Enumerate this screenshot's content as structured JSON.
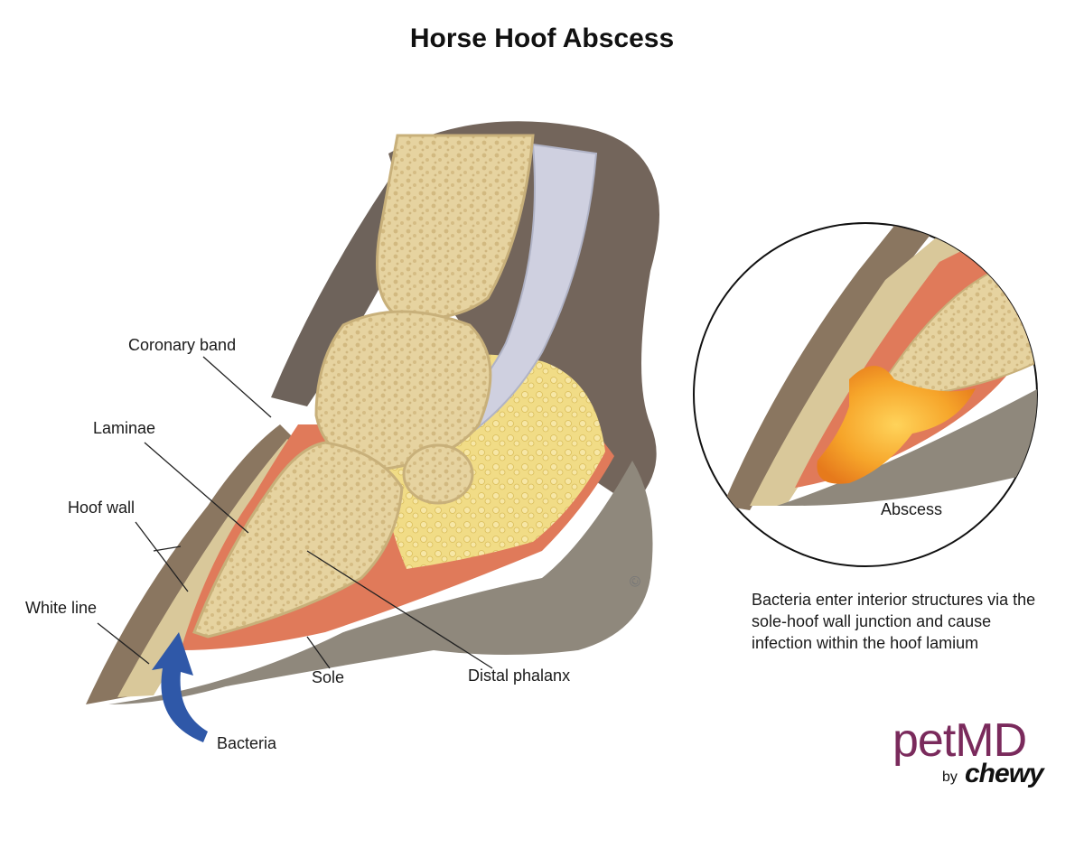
{
  "title": "Horse Hoof Abscess",
  "labels": {
    "coronary_band": "Coronary band",
    "laminae": "Laminae",
    "hoof_wall": "Hoof wall",
    "white_line": "White line",
    "sole": "Sole",
    "distal_phalanx": "Distal phalanx",
    "bacteria": "Bacteria",
    "abscess": "Abscess"
  },
  "caption": "Bacteria enter interior structures via the sole-hoof wall junction and cause infection within the hoof lamium",
  "logo": {
    "brand_left": "pet",
    "brand_right": "MD",
    "by": "by",
    "partner": "chewy"
  },
  "colors": {
    "hoof_wall": "#8a7660",
    "bone": "#e2cf9c",
    "laminae": "#e07a5a",
    "sole": "#8f887c",
    "fat": "#f2de8a",
    "tendon": "#dcdde8",
    "abscess": "#f4a32a",
    "arrow": "#2f58a8",
    "brand": "#7a2a5c"
  }
}
